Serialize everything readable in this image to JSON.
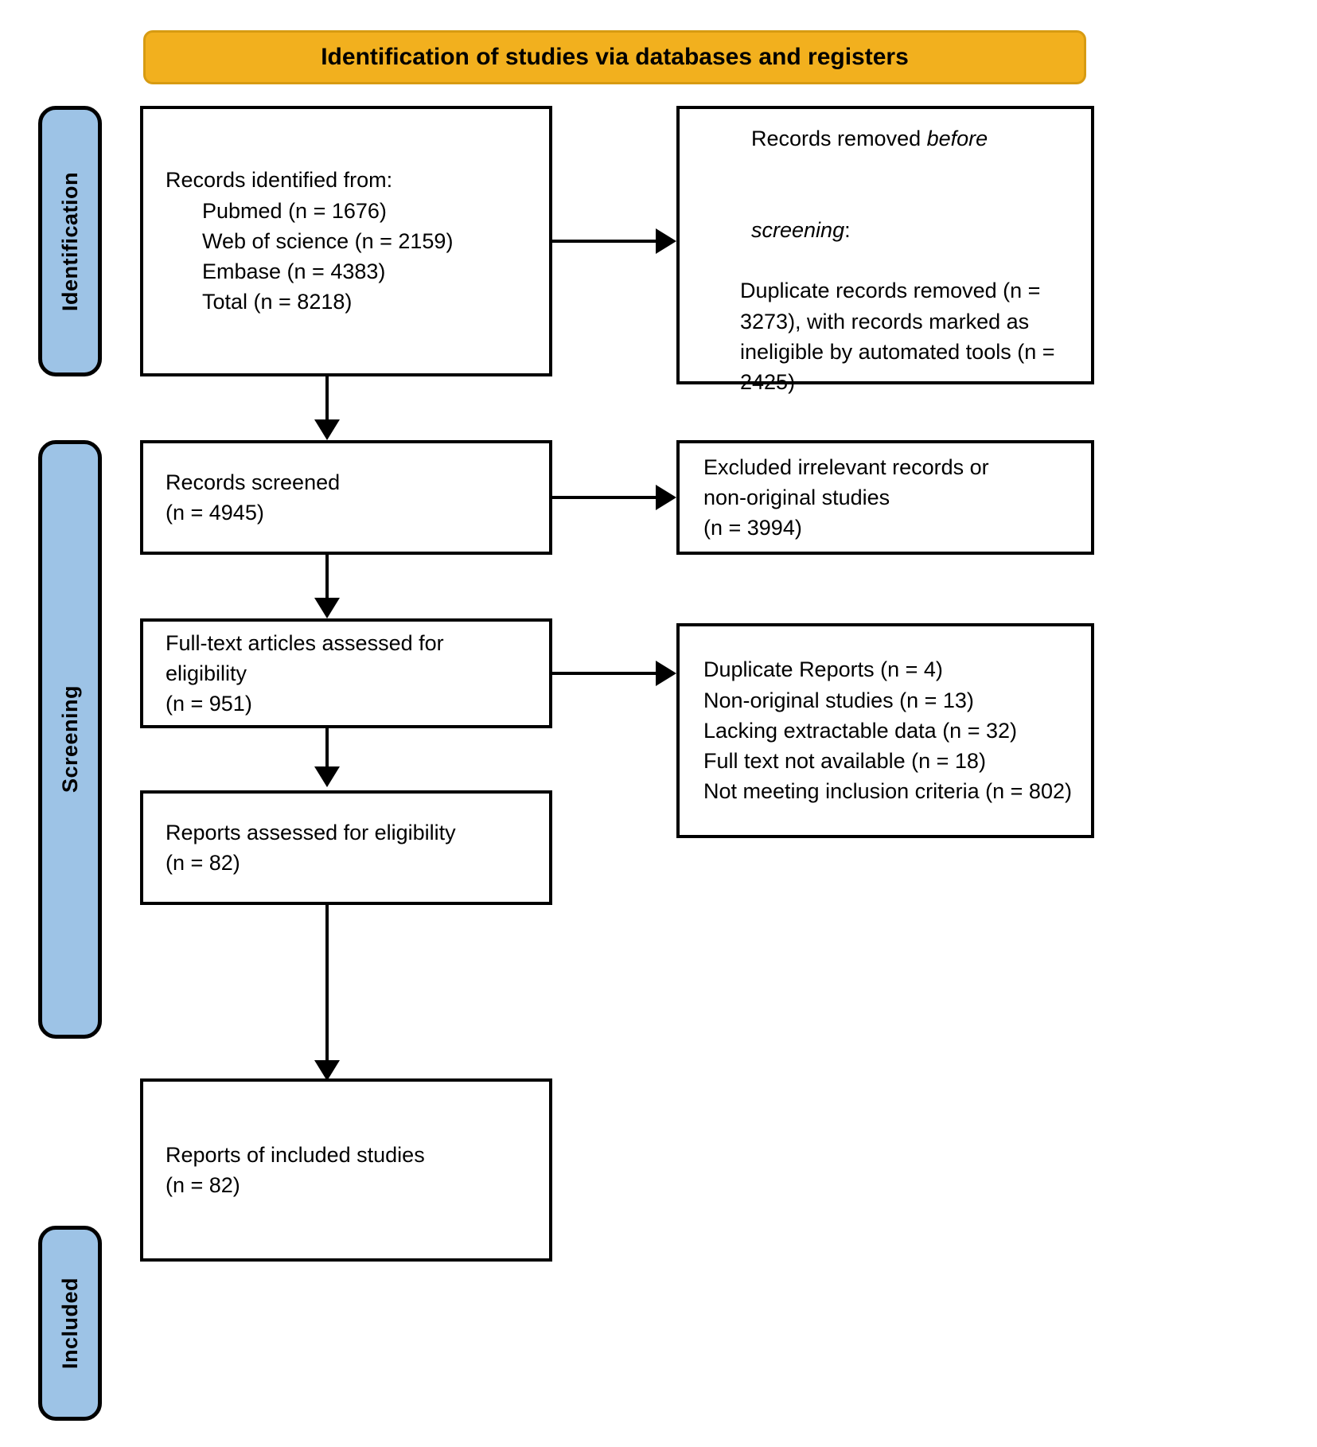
{
  "diagram": {
    "type": "prisma-flow-diagram",
    "banner": {
      "title": "Identification of studies via databases and registers",
      "color": "#F2B01E"
    },
    "stages": [
      {
        "id": "identification",
        "label": "Identification",
        "color": "#9DC3E6"
      },
      {
        "id": "screening",
        "label": "Screening",
        "color": "#9DC3E6"
      },
      {
        "id": "included",
        "label": "Included",
        "color": "#9DC3E6"
      }
    ],
    "boxes": {
      "records_identified": {
        "lines": [
          "Records identified from:",
          "Pubmed (n = 1676)",
          "Web of science (n = 2159)",
          "Embase (n = 4383)",
          "Total (n = 8218)"
        ]
      },
      "records_removed": {
        "line1_pre": "Records removed ",
        "line1_italic": "before",
        "line2_italic": "screening",
        "line2_post": ":",
        "body": "Duplicate records removed (n = 3273), with records marked as ineligible by automated tools (n = 2425)"
      },
      "records_screened": {
        "lines": [
          "Records screened",
          "(n = 4945)"
        ]
      },
      "records_excluded": {
        "lines": [
          "Excluded irrelevant records or",
          "non-original studies",
          "(n = 3994)"
        ]
      },
      "fulltext_assessed": {
        "lines": [
          "Full-text articles assessed for",
          "eligibility",
          "(n = 951)"
        ]
      },
      "fulltext_excluded": {
        "lines": [
          "Duplicate Reports (n = 4)",
          "Non-original studies (n = 13)",
          "Lacking extractable data (n = 32)",
          "Full text not available (n = 18)",
          "Not meeting inclusion criteria (n = 802)"
        ]
      },
      "reports_assessed": {
        "lines": [
          "Reports assessed for eligibility",
          "(n = 82)"
        ]
      },
      "reports_included": {
        "lines": [
          "Reports of included studies",
          "(n = 82)"
        ]
      }
    },
    "counts": {
      "pubmed": 1676,
      "web_of_science": 2159,
      "embase": 4383,
      "total_identified": 8218,
      "duplicates_removed": 3273,
      "ineligible_automated": 2425,
      "records_screened": 4945,
      "records_excluded": 3994,
      "fulltext_assessed": 951,
      "duplicate_reports": 4,
      "non_original_studies": 13,
      "lacking_extractable_data": 32,
      "full_text_not_available": 18,
      "not_meeting_inclusion": 802,
      "reports_assessed": 82,
      "reports_included": 82
    }
  }
}
